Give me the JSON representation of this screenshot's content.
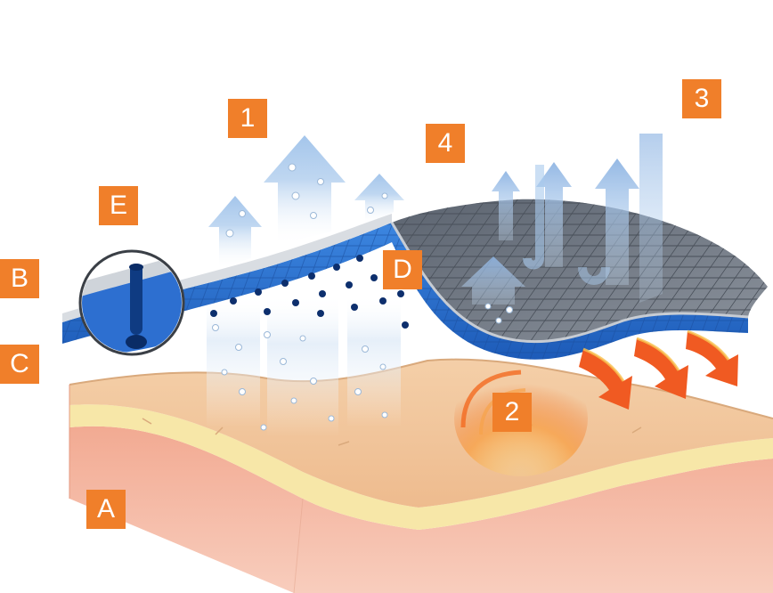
{
  "labels": {
    "n1": "1",
    "n2": "2",
    "n3": "3",
    "n4": "4",
    "a": "A",
    "b": "B",
    "c": "C",
    "d": "D",
    "e": "E"
  },
  "colors": {
    "badge": "#f07f2a",
    "membrane": "#2b6fd1",
    "membrane_dark": "#153f8a",
    "grid_surface": "#6e7580",
    "skin_top": "#f2c9a0",
    "skin_fat": "#f6e6a6",
    "skin_dermis": "#f4b8a2",
    "heat": "#f26a21",
    "vapor_arrow": "#bcd7f2"
  },
  "icons": [
    "vapor-arrow-icon",
    "heat-arrow-icon",
    "magnifier-circle-icon"
  ]
}
